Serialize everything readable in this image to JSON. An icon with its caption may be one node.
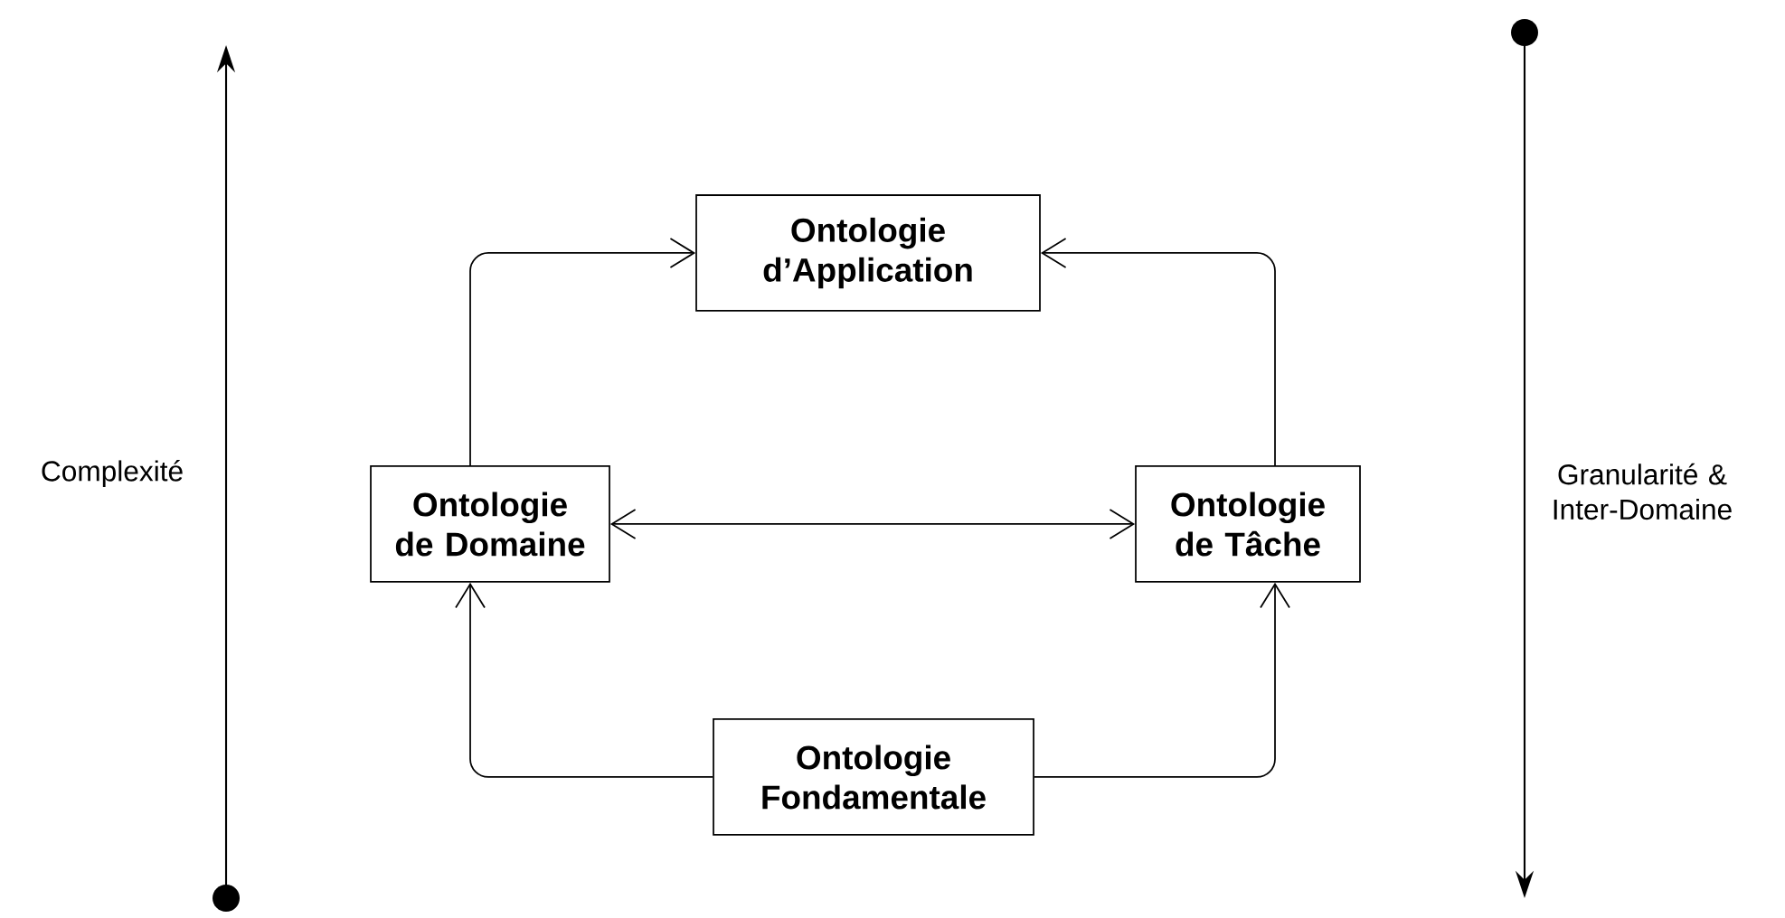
{
  "diagram": {
    "nodes": [
      {
        "text": [
          "Ontologie d’Application"
        ]
      },
      {
        "text": [
          "Ontologie de Domaine"
        ]
      },
      {
        "text": [
          "Ontologie de Tâche"
        ]
      },
      {
        "text": [
          "Ontologie Fondamentale"
        ]
      }
    ],
    "edges": [
      {
        "from": 1,
        "to": 0,
        "arrow": "to"
      },
      {
        "from": 2,
        "to": 0,
        "arrow": "to"
      },
      {
        "from": 1,
        "to": 2,
        "arrow": "both"
      },
      {
        "from": 3,
        "to": 1,
        "arrow": "to"
      },
      {
        "from": 3,
        "to": 2,
        "arrow": "to"
      }
    ],
    "labels": [
      "Complexité",
      "Granularité & Inter-Domaine"
    ]
  }
}
